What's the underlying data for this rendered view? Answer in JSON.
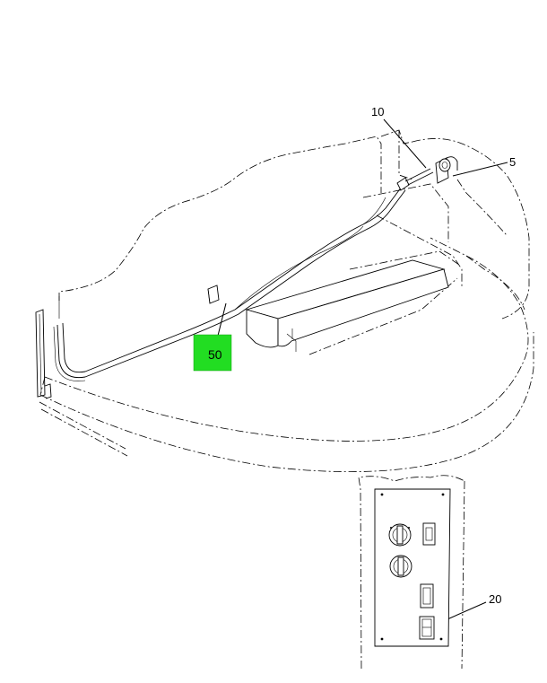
{
  "callouts": {
    "item_10": "10",
    "item_5": "5",
    "item_50": "50",
    "item_20": "20"
  },
  "colors": {
    "highlight": "#22dd22",
    "line": "#000000",
    "background": "#ffffff"
  }
}
